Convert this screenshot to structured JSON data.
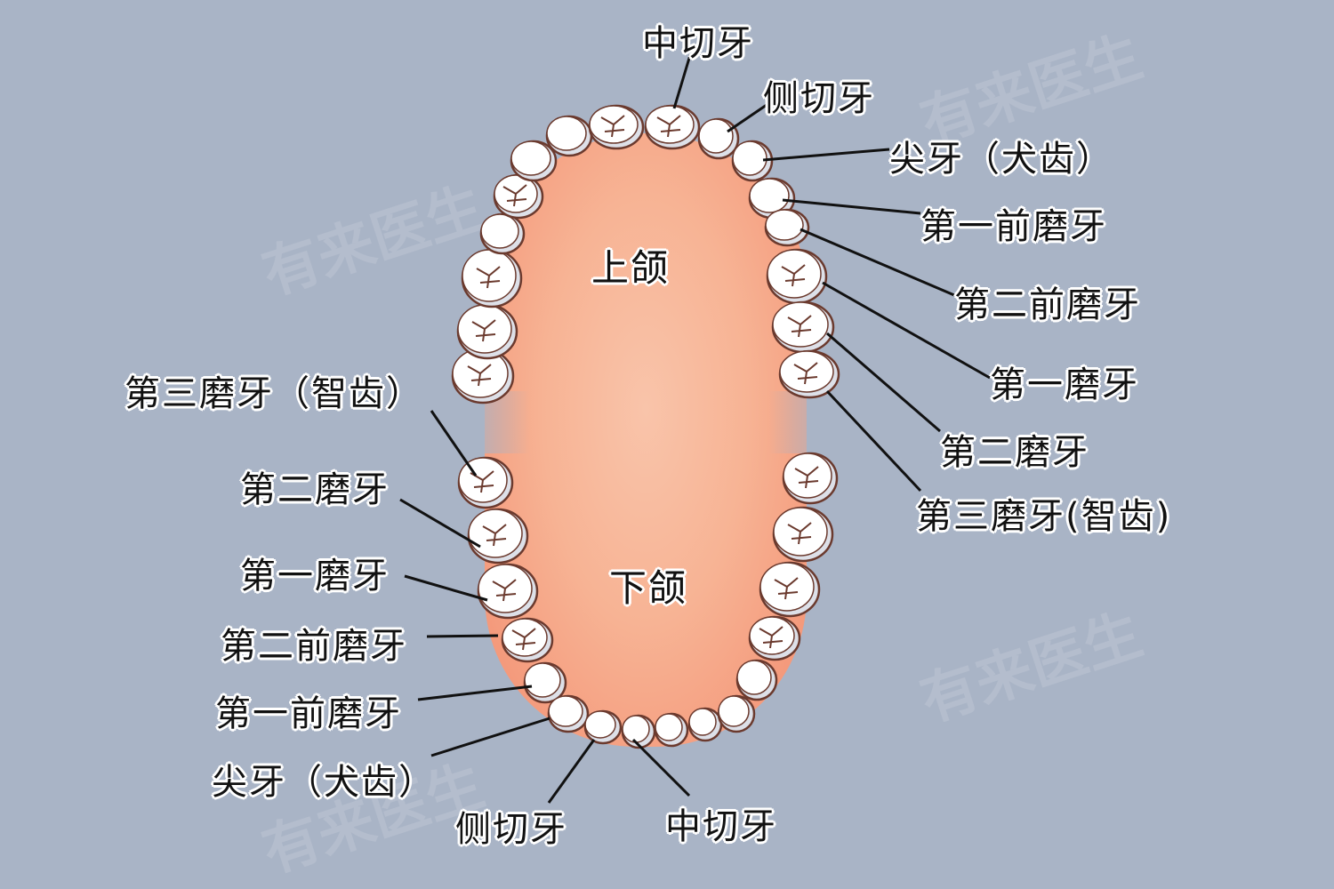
{
  "watermark": "有来医生",
  "colors": {
    "background": "#a9b4c6",
    "palate": "#f7b394",
    "tooth": "#ffffff",
    "outline": "#6b3a2e"
  },
  "jaws": {
    "upper": "上颌",
    "lower": "下颌"
  },
  "upper_labels": {
    "central_incisor": "中切牙",
    "lateral_incisor": "侧切牙",
    "canine": "尖牙（犬齿）",
    "first_premolar": "第一前磨牙",
    "second_premolar": "第二前磨牙",
    "first_molar": "第一磨牙",
    "second_molar": "第二磨牙",
    "third_molar": "第三磨牙(智齿)"
  },
  "lower_labels": {
    "third_molar": "第三磨牙（智齿）",
    "second_molar": "第二磨牙",
    "first_molar": "第一磨牙",
    "second_premolar": "第二前磨牙",
    "first_premolar": "第一前磨牙",
    "canine": "尖牙（犬齿）",
    "lateral_incisor": "侧切牙",
    "central_incisor": "中切牙"
  }
}
